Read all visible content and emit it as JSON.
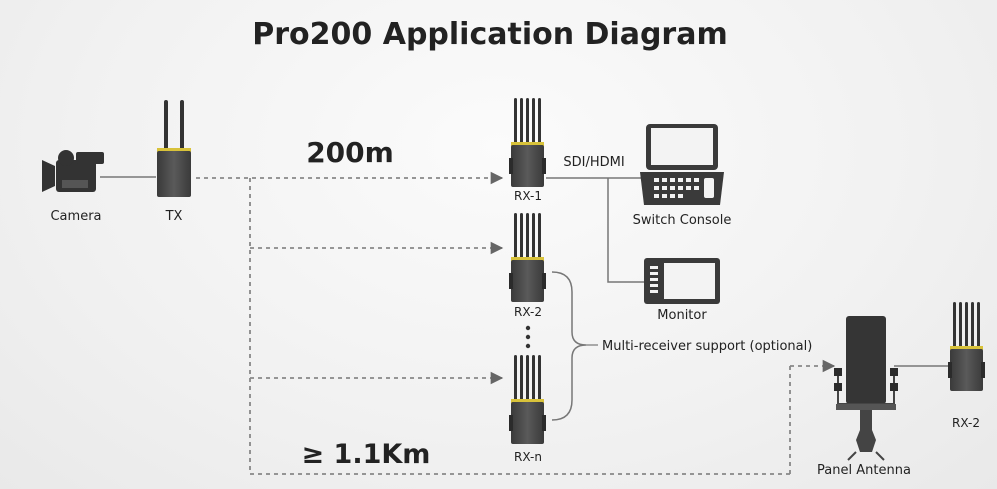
{
  "title": "Pro200 Application Diagram",
  "distances": {
    "short": "200m",
    "long": "≥ 1.1Km"
  },
  "devices": {
    "camera": "Camera",
    "tx": "TX",
    "rx1": "RX-1",
    "rx2": "RX-2",
    "rxn": "RX-n",
    "switch_console": "Switch Console",
    "monitor": "Monitor",
    "panel_antenna": "Panel Antenna",
    "rx_remote": "RX-2"
  },
  "connections": {
    "sdi_hdmi": "SDI/HDMI",
    "multi_receiver": "Multi-receiver support (optional)"
  },
  "colors": {
    "device_body": "#4a4a4a",
    "device_dark": "#2b2b2b",
    "accent_yellow": "#d8c23a",
    "line": "#777777"
  }
}
